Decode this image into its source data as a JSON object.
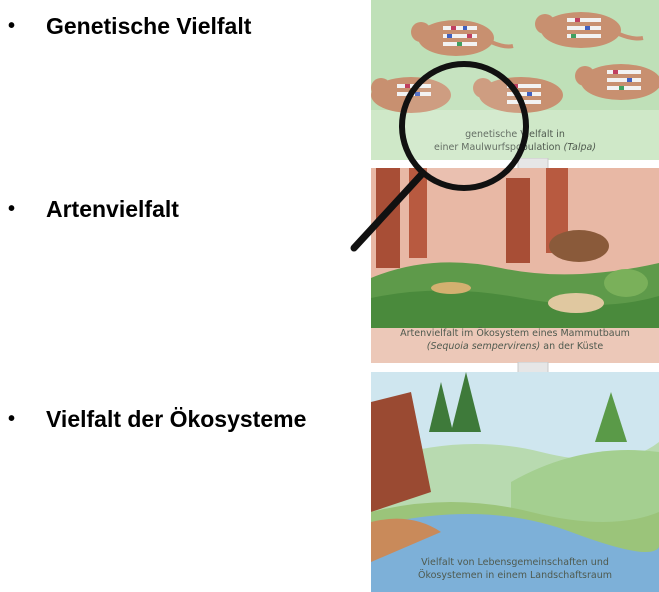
{
  "bullets": [
    {
      "marker": "•",
      "text": "Genetische Vielfalt"
    },
    {
      "marker": "•",
      "text": "Artenvielfalt"
    },
    {
      "marker": "•",
      "text": "Vielfalt der Ökosysteme"
    }
  ],
  "panels": {
    "genetic": {
      "caption_line1": "genetische Vielfalt in",
      "caption_line2_prefix": "einer Maulwurfspopulation ",
      "caption_line2_italic": "(Talpa)"
    },
    "species": {
      "caption_line1": "Artenvielfalt im Ökosystem eines Mammutbaum",
      "caption_line2_italic": "(Sequoia sempervirens)",
      "caption_line2_suffix": " an der Küste"
    },
    "ecosystem": {
      "caption_line1": "Vielfalt von Lebensgemeinschaften und",
      "caption_line2": "Ökosystemen in einem Landschaftsraum"
    }
  },
  "colors": {
    "genetic_bg": "#bfe0b8",
    "species_bg": "#e8b8a5",
    "ecosystem_sky": "#cfe6ef",
    "arrow": "#e6e6e6",
    "magnifier": "#111111"
  },
  "icons": [
    "mole-icon",
    "chromosome-icon",
    "magnifier-icon",
    "tree-icon",
    "river-icon"
  ]
}
